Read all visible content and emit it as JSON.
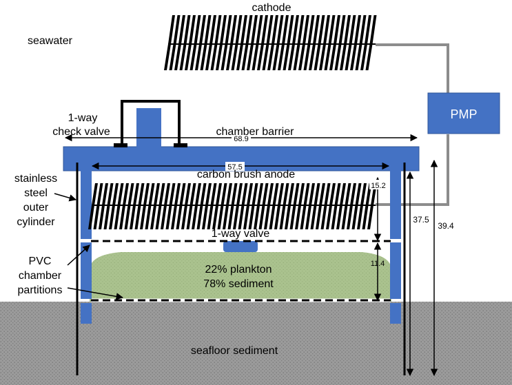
{
  "labels": {
    "cathode": "cathode",
    "seawater": "seawater",
    "pmp": "PMP",
    "check_valve_line1": "1-way",
    "check_valve_line2": "check valve",
    "chamber_barrier": "chamber barrier",
    "carbon_brush_anode": "carbon brush anode",
    "stainless_line1": "stainless",
    "stainless_line2": "steel",
    "stainless_line3": "outer",
    "stainless_line4": "cylinder",
    "one_way_valve": "1-way valve",
    "pvc_line1": "PVC",
    "pvc_line2": "chamber",
    "pvc_line3": "partitions",
    "mix_line1": "22% plankton",
    "mix_line2": "78% sediment",
    "seafloor_sediment": "seafloor sediment"
  },
  "dimensions": {
    "barrier_width": "68.9",
    "anode_width": "57.5",
    "anode_height": "15.2",
    "mix_height": "11.4",
    "inner_height": "37.5",
    "total_height": "39.4"
  },
  "colors": {
    "structure_blue": "#4472c4",
    "structure_outline": "#2f5597",
    "sediment_gray": "#9a9a9a",
    "mix_green": "#a9c08b",
    "wire_gray": "#8c8c8c",
    "brush_black": "#000000"
  }
}
